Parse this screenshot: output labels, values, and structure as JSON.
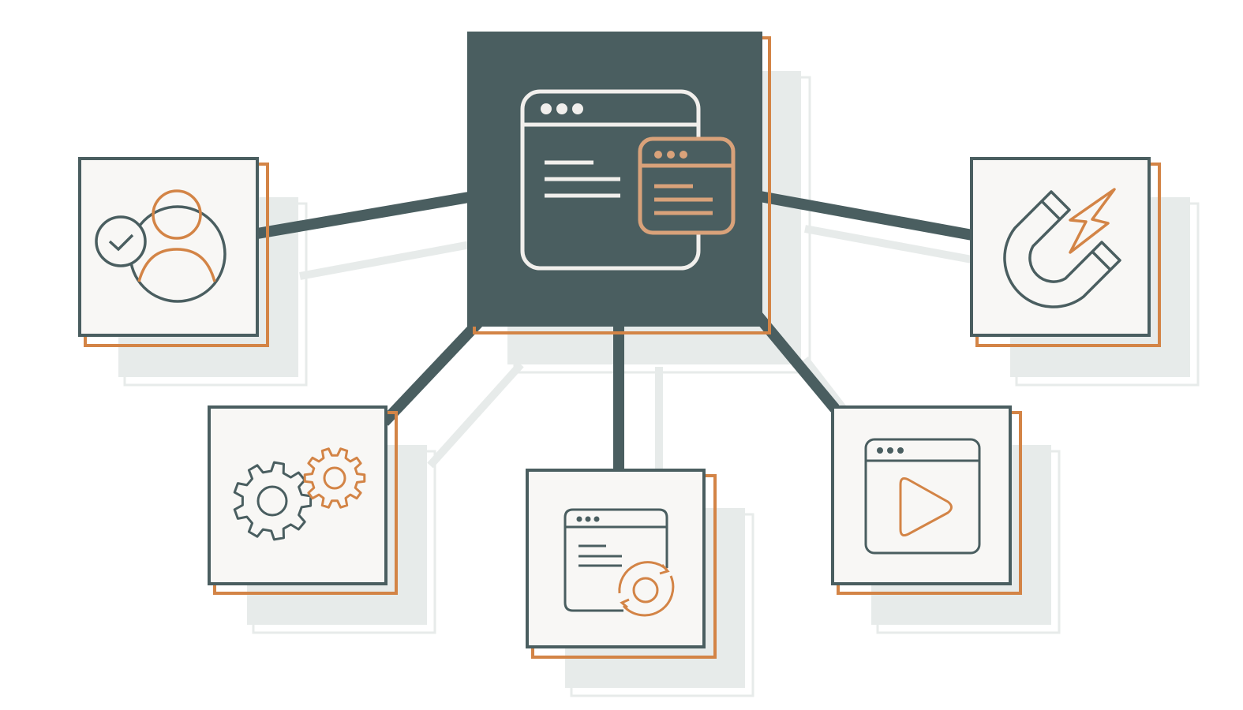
{
  "diagram": {
    "hub": {
      "icon": "browser-windows-icon"
    },
    "nodes": [
      {
        "id": "users",
        "icon": "verified-user-icon"
      },
      {
        "id": "magnet",
        "icon": "magnet-lightning-icon"
      },
      {
        "id": "gears",
        "icon": "gears-icon"
      },
      {
        "id": "refresh",
        "icon": "browser-refresh-icon"
      },
      {
        "id": "video",
        "icon": "browser-video-icon"
      }
    ]
  },
  "colors": {
    "slate": "#4a5e60",
    "orange": "#d38446",
    "shadow": "#e7ebea",
    "card": "#f8f7f5",
    "icon_light": "#f1efec"
  }
}
